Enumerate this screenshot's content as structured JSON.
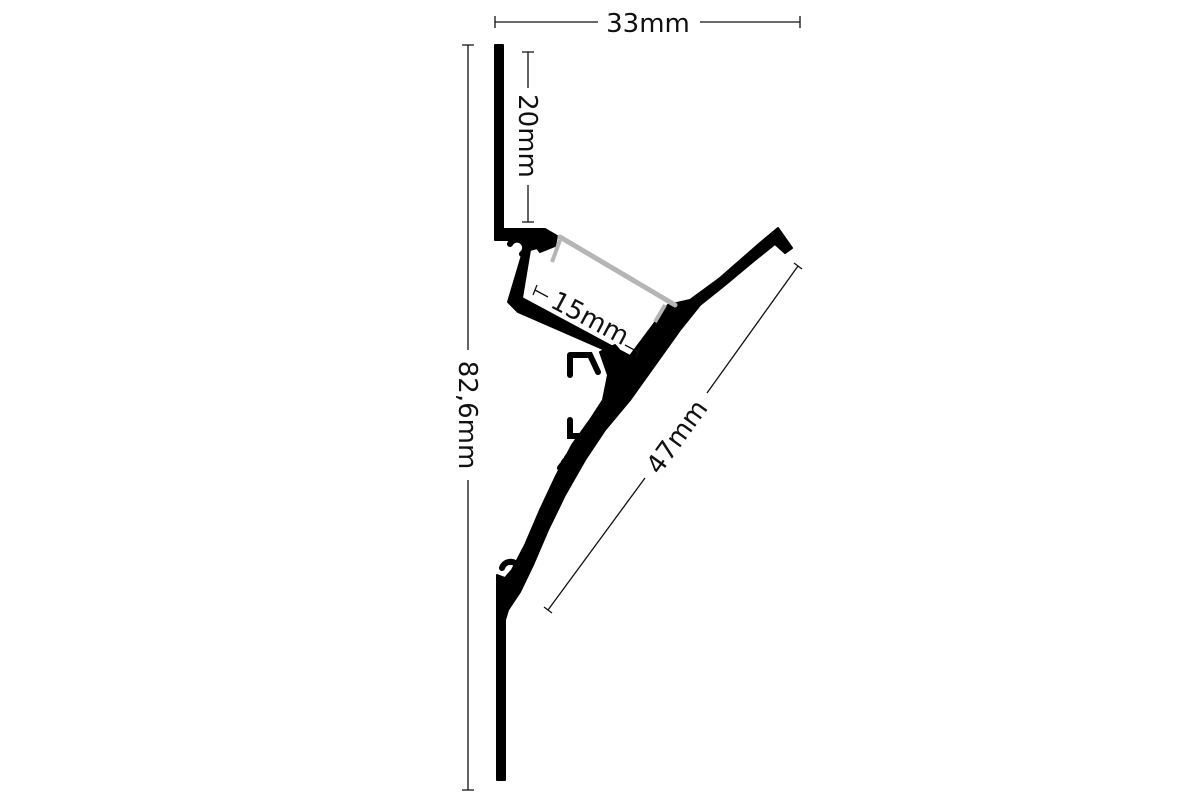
{
  "diagram": {
    "dimensions": {
      "width": "33mm",
      "top_flange": "20mm",
      "height": "82,6mm",
      "channel": "15mm",
      "diagonal": "47mm"
    },
    "colors": {
      "profile": "#000000",
      "diffuser": "#b5b5b5",
      "dimension_line": "#111111"
    }
  }
}
